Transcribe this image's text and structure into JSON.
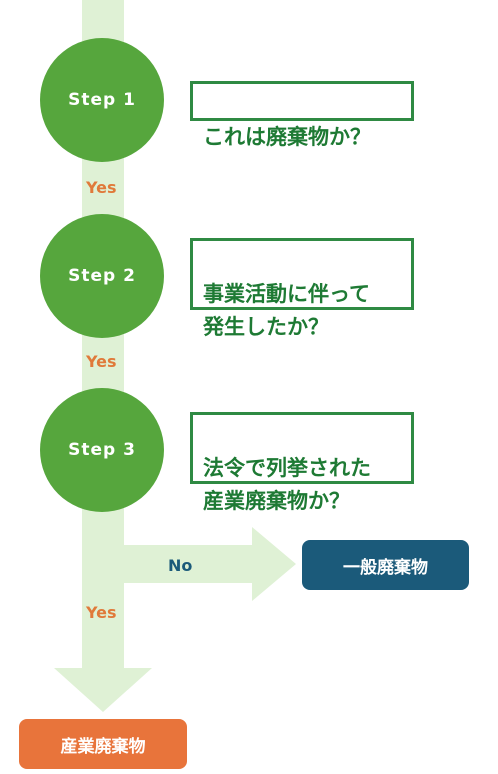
{
  "steps": [
    {
      "label": "Step 1",
      "question": "これは廃棄物か？"
    },
    {
      "label": "Step 2",
      "question": "事業活動に伴って\n発生したか？"
    },
    {
      "label": "Step 3",
      "question": "法令で列挙された\n産業廃棄物か？"
    }
  ],
  "yes_label": "Yes",
  "no_label": "No",
  "results": {
    "general": "一般廃棄物",
    "industrial": "産業廃棄物"
  },
  "colors": {
    "arrow": "#dff1d5",
    "circle": "#56a63d",
    "question_border": "#2f8a43",
    "yes": "#e07a3a",
    "no": "#1b5a7a",
    "general_box": "#1b5a7a",
    "industrial_box": "#e8743b"
  }
}
